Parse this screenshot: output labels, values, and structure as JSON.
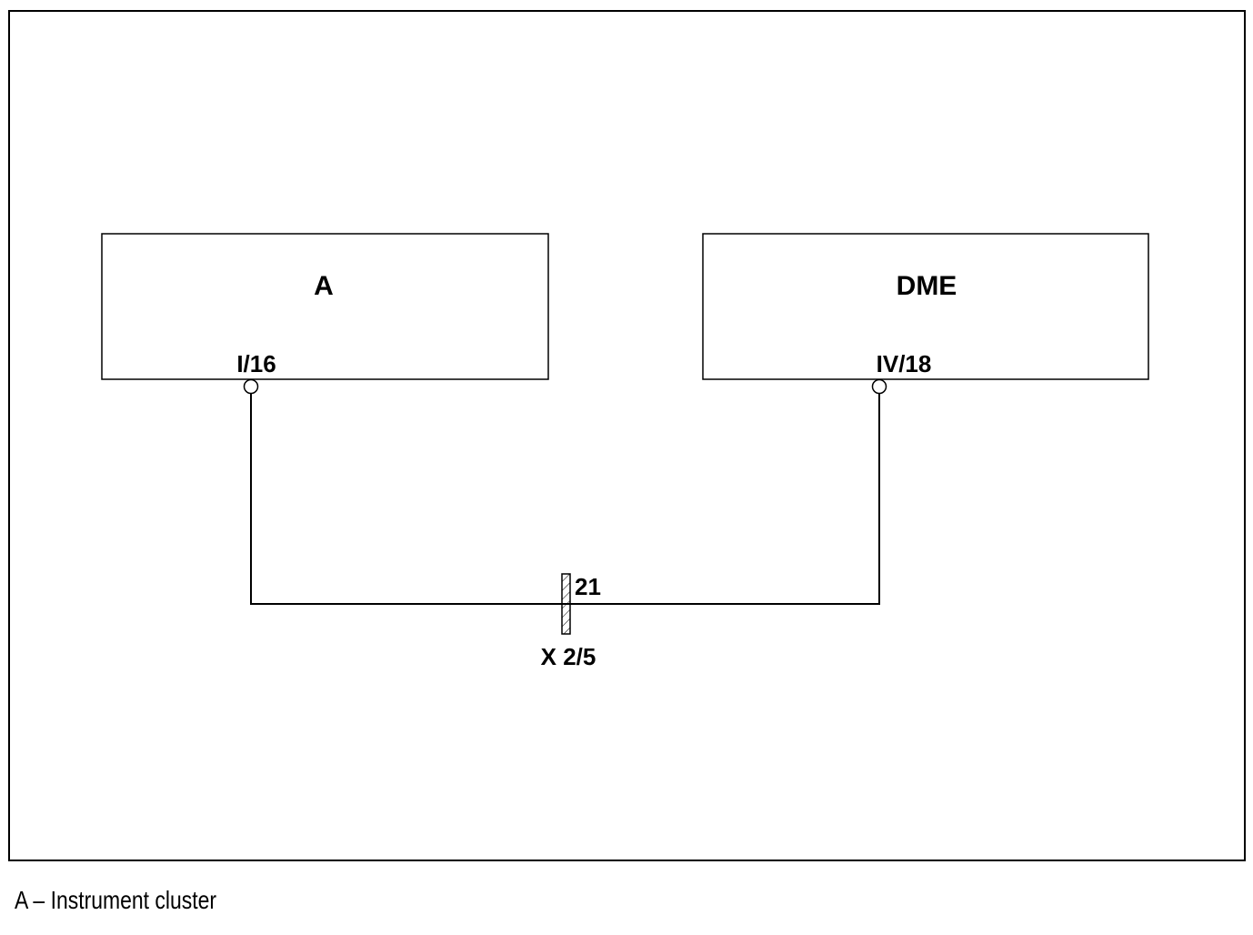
{
  "components": {
    "a": {
      "label": "A",
      "pin": "I/16"
    },
    "dme": {
      "label": "DME",
      "pin": "IV/18"
    }
  },
  "connector": {
    "label": "X 2/5",
    "pin": "21"
  },
  "caption": "A – Instrument cluster",
  "colors": {
    "line": "#000000",
    "background": "#ffffff"
  }
}
